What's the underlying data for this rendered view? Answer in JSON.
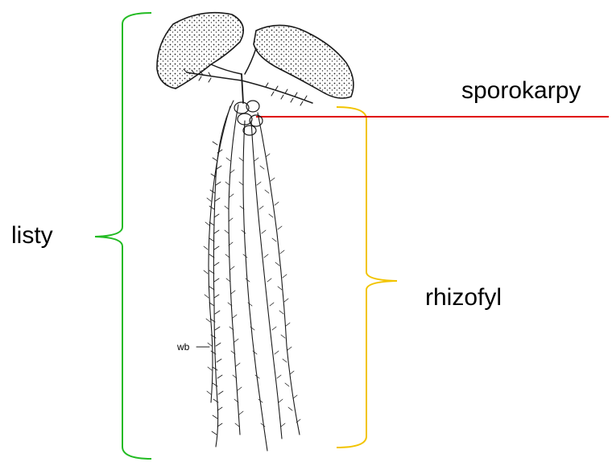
{
  "labels": {
    "listy": "listy",
    "sporokarpy": "sporokarpy",
    "rhizofyl": "rhizofyl",
    "wb": "wb"
  },
  "colors": {
    "listy_bracket": "#22bb22",
    "rhizofyl_bracket": "#f2c400",
    "sporokarpy_line": "#e00000",
    "ink": "#1a1a1a"
  }
}
